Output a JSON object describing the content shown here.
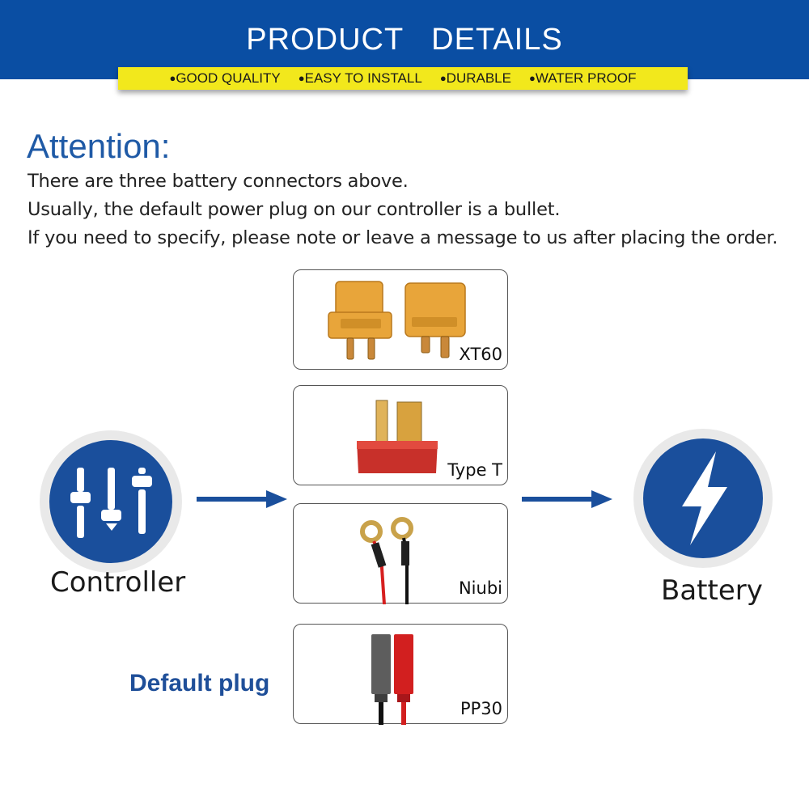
{
  "header": {
    "title": "PRODUCT   DETAILS",
    "features": [
      "GOOD QUALITY",
      "EASY TO INSTALL",
      "DURABLE",
      "WATER PROOF"
    ],
    "bg_color": "#0a4ea3",
    "bar_color": "#f2e81c"
  },
  "attention": {
    "title": "Attention:",
    "lines": [
      "There are three battery connectors above.",
      "Usually, the default power plug on our controller is a bullet.",
      "If you need to specify, please note or leave a message to us after placing the order."
    ]
  },
  "diagram": {
    "left_label": "Controller",
    "right_label": "Battery",
    "left_icon": "sliders-icon",
    "right_icon": "lightning-bolt-icon",
    "default_label": "Default plug",
    "connectors": [
      {
        "label": "XT60",
        "icon": "xt60-connector-icon"
      },
      {
        "label": "Type T",
        "icon": "t-plug-connector-icon"
      },
      {
        "label": "Niubi",
        "icon": "ring-terminal-connector-icon"
      },
      {
        "label": "PP30",
        "icon": "pp30-connector-icon"
      }
    ]
  }
}
